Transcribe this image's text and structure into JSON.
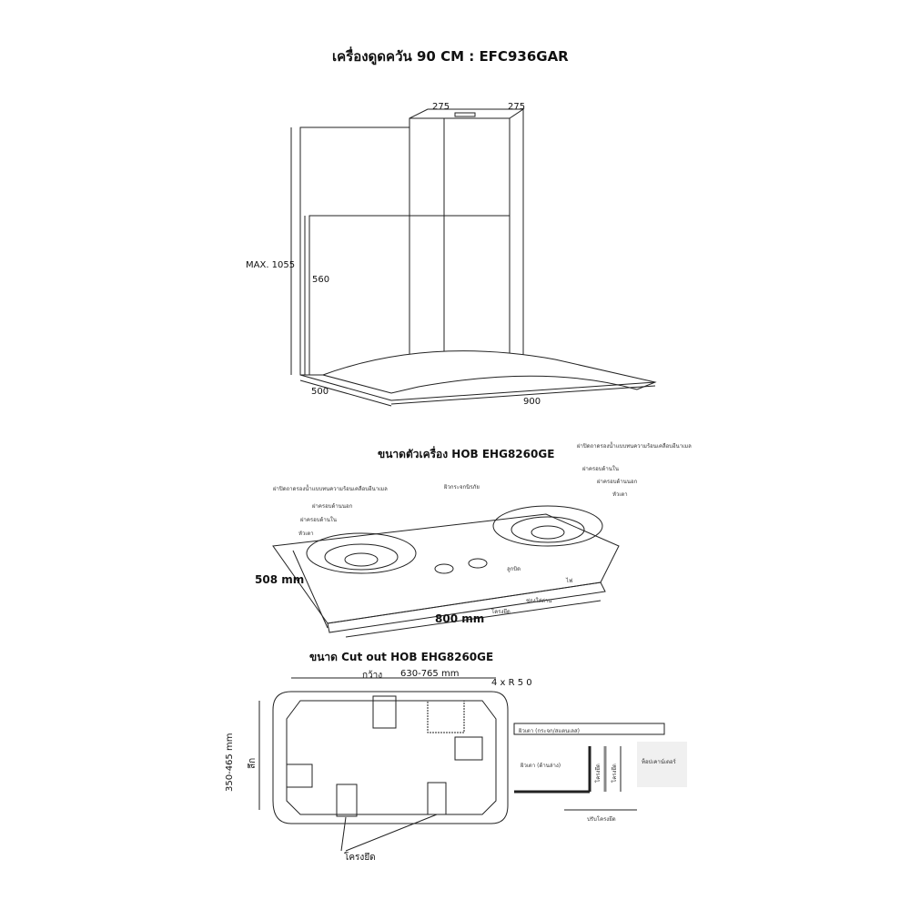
{
  "hood": {
    "title": "เครื่องดูดควัน 90 CM : EFC936GAR",
    "dims": {
      "top_left": "275",
      "top_right": "275",
      "height_max": "MAX. 1055",
      "chimney": "560",
      "depth": "500",
      "width": "900"
    }
  },
  "hob": {
    "title": "ขนาดตัวเครื่อง HOB EHG8260GE",
    "depth": "508 mm",
    "width": "800 mm",
    "labels": {
      "cap_left": "ฝาปิดถาดรองน้ำแบบทนความร้อนเคลือบอีนาเมล",
      "outer_left": "ฝาครอบด้านนอก",
      "inner_left": "ฝาครอบด้านใน",
      "burner_left": "หัวเตา",
      "glass": "ผิวกระจกนิรภัย",
      "cap_right": "ฝาปิดถาดรองน้ำแบบทนความร้อนเคลือบอีนาเมล",
      "inner_right": "ฝาครอบด้านใน",
      "outer_right": "ฝาครอบด้านนอก",
      "burner_right": "หัวเตา",
      "knob": "ลูกบิด",
      "ignition": "ไฟ",
      "battery": "ช่องใส่ถ่าน",
      "bracket": "โครงยึด"
    }
  },
  "cutout": {
    "title": "ขนาด Cut out HOB EHG8260GE",
    "width_label": "กว้าง",
    "width": "630-765 mm",
    "radius": "4 x R 5 0",
    "depth": "350-465 mm",
    "depth_label": "ลึก",
    "bracket": "โครงยึด",
    "section": {
      "surface": "ผิวเตา (กระจก/สแตนเลส)",
      "body": "ผิวเตา (ด้านล่าง)",
      "bracket1": "โครงยึด",
      "bracket2": "โครงยึด",
      "counter": "ท็อปเคาน์เตอร์",
      "adjust": "ปรับโครงยึด"
    }
  }
}
